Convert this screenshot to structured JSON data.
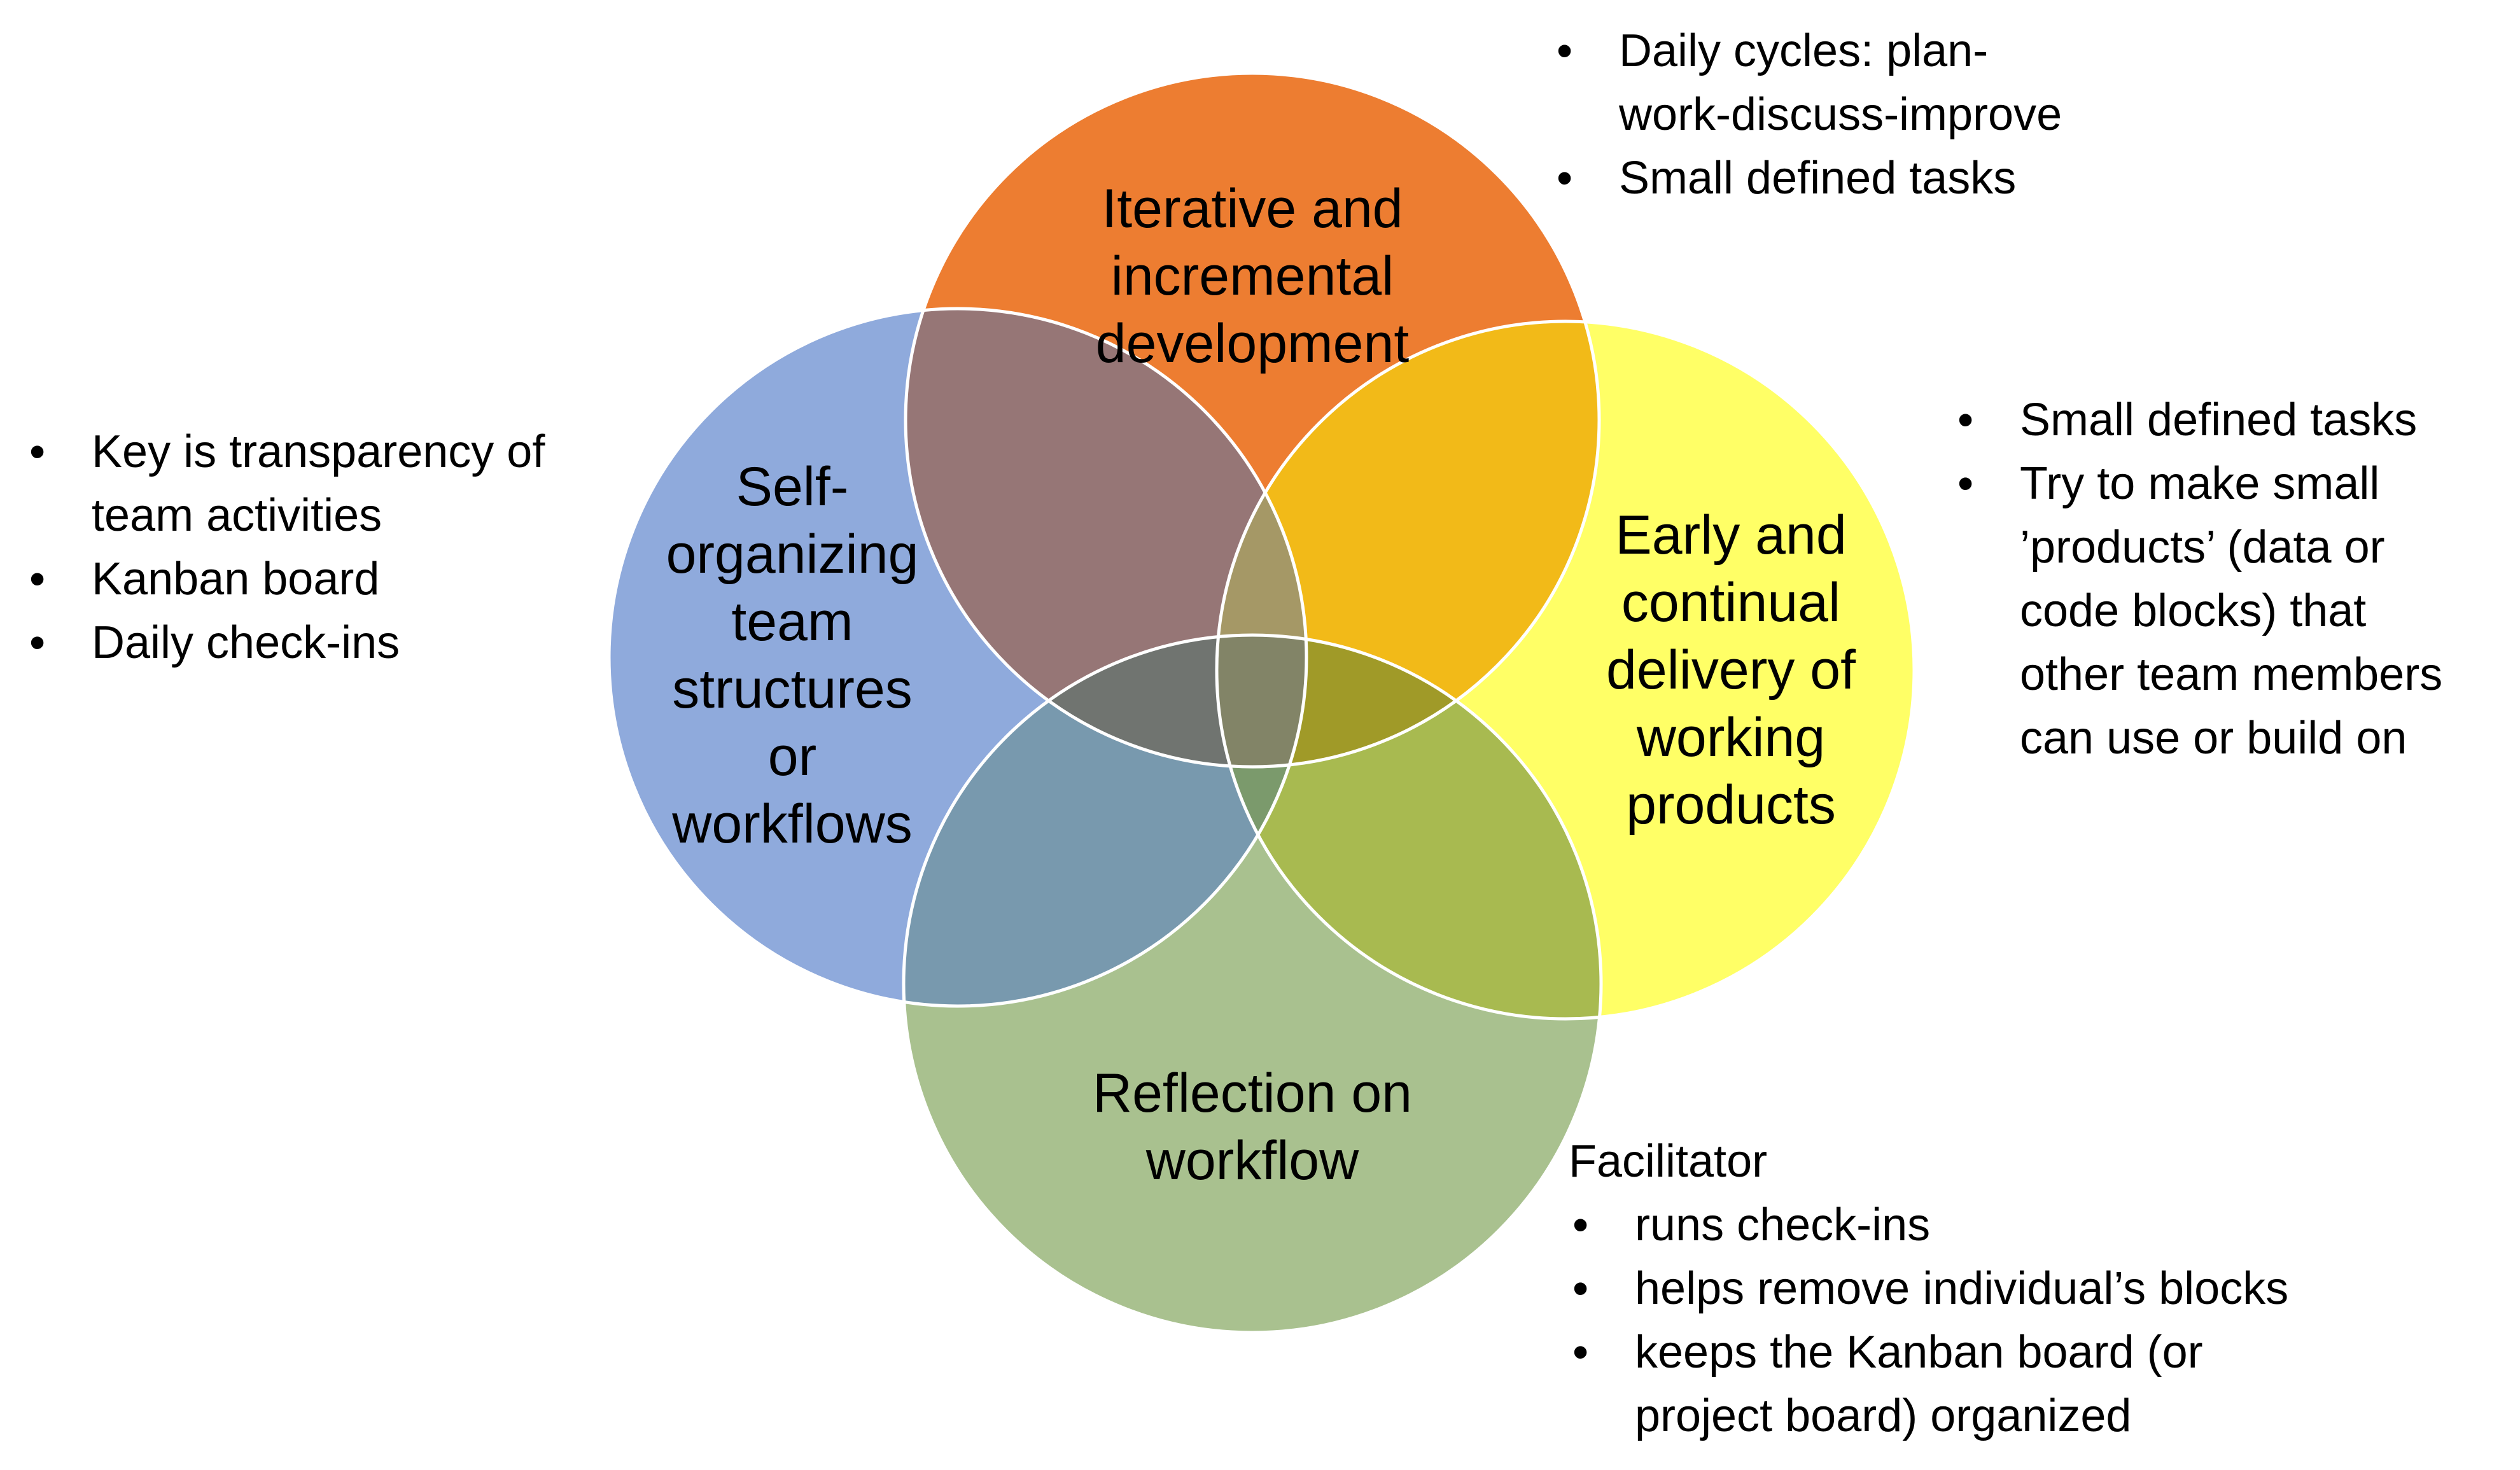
{
  "colors": {
    "top_circle": "#ED7D31",
    "left_circle": "#8FAADC",
    "right_circle": "#FFFF66",
    "bottom_circle": "#A9C18F",
    "top_left_overlap": "#967676",
    "top_right_overlap": "#F2BA18",
    "left_bottom_overlap": "#7899AE",
    "right_bottom_overlap": "#A8BA50",
    "circle_outline": "#FFFFFF"
  },
  "circles": {
    "top": {
      "name": "iterative-incremental-development",
      "label_lines": [
        "Iterative and",
        "incremental",
        "development"
      ]
    },
    "left": {
      "name": "self-organizing-team-structures",
      "label_lines": [
        "Self-",
        "organizing",
        "team",
        "structures",
        "or",
        "workflows"
      ]
    },
    "right": {
      "name": "early-continual-delivery",
      "label_lines": [
        "Early and",
        "continual",
        "delivery of",
        "working",
        "products"
      ]
    },
    "bottom": {
      "name": "reflection-on-workflow",
      "label_lines": [
        "Reflection on",
        "workflow"
      ]
    }
  },
  "notes": {
    "top_right": {
      "items": [
        "Daily cycles: plan-",
        "work-discuss-improve",
        "Small defined tasks"
      ]
    },
    "left": {
      "items": [
        "Key is transparency of",
        "team activities",
        "Kanban board",
        "Daily check-ins"
      ]
    },
    "right": {
      "items": [
        "Small defined tasks",
        "Try to make small",
        "’products’ (data or",
        "code blocks) that",
        "other team members",
        "can use or build on"
      ]
    },
    "bottom_right": {
      "heading": "Facilitator",
      "items": [
        "runs check-ins",
        "helps remove individual’s blocks",
        "keeps the Kanban board (or",
        "project board) organized"
      ]
    }
  }
}
